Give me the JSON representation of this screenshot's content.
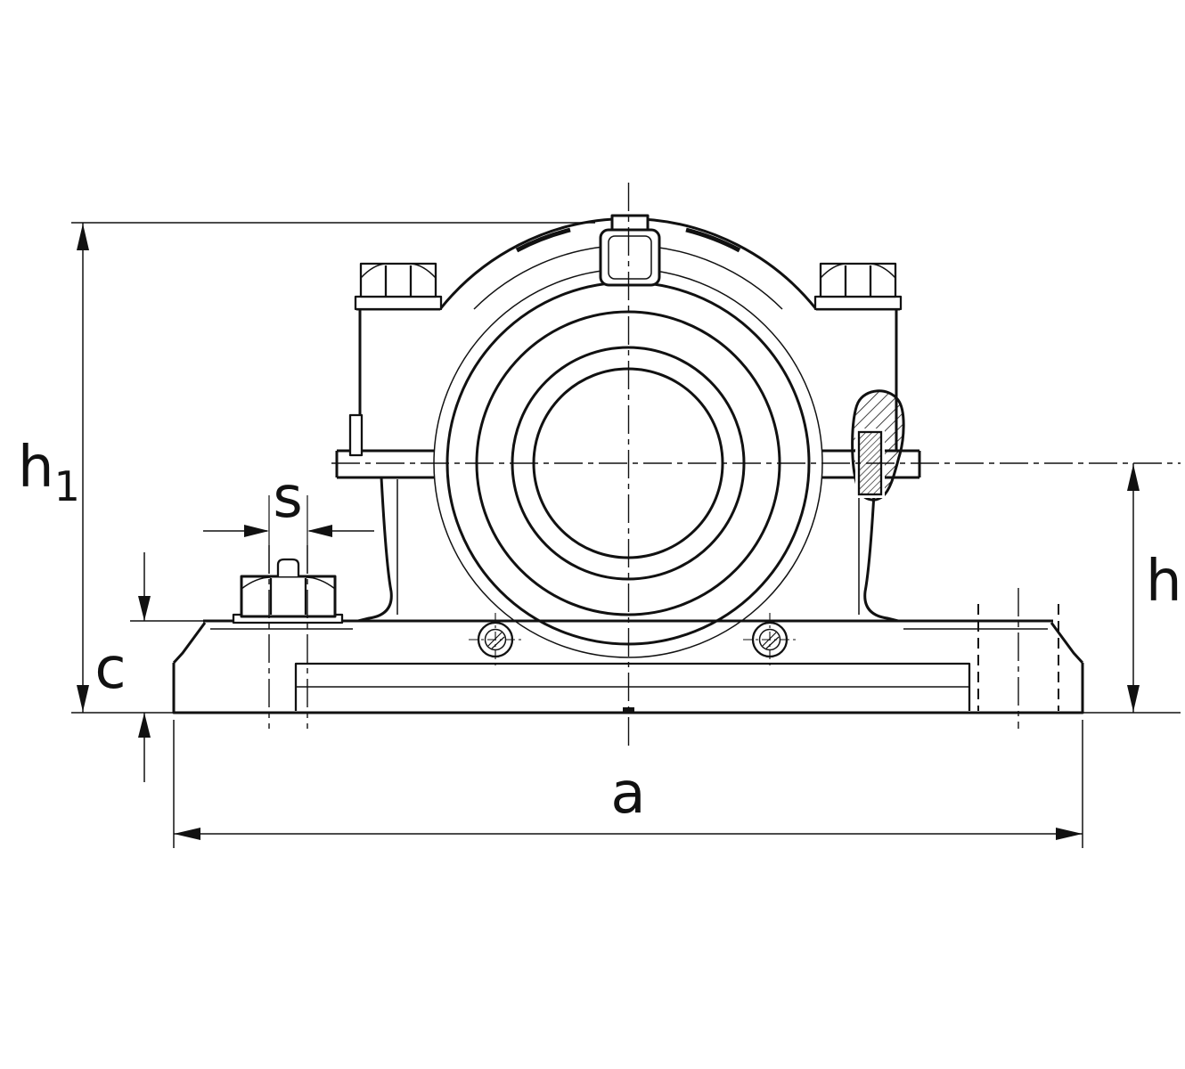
{
  "drawing": {
    "description": "Split plummer block bearing housing, front view, dimensioned",
    "labels": {
      "h1": {
        "base": "h",
        "sub": "1"
      },
      "h": "h",
      "c": "c",
      "s": "s",
      "a": "a"
    },
    "colors": {
      "line": "#111111",
      "background": "#ffffff"
    }
  }
}
